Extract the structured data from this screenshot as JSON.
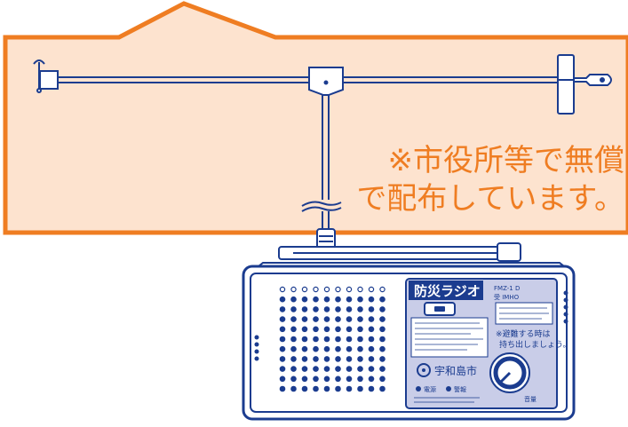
{
  "notice": {
    "line1": "※市役所等で無償",
    "line2": "で配布しています。"
  },
  "radio": {
    "product_name": "防災ラジオ",
    "model_text": "FMZ-1 D",
    "band_label": "受 IMHO",
    "caution_line1": "※避難する時は",
    "caution_line2": "持ち出しましょう。",
    "city_name": "宇和島市",
    "power_label": "電源",
    "alarm_label": "警報",
    "volume_label": "音量"
  },
  "colors": {
    "wall_fill": "#fde3cf",
    "wall_border": "#ef7d22",
    "notice_text": "#ef7d22",
    "line_art": "#1b3c8f",
    "panel_fill": "#c9cde8"
  }
}
